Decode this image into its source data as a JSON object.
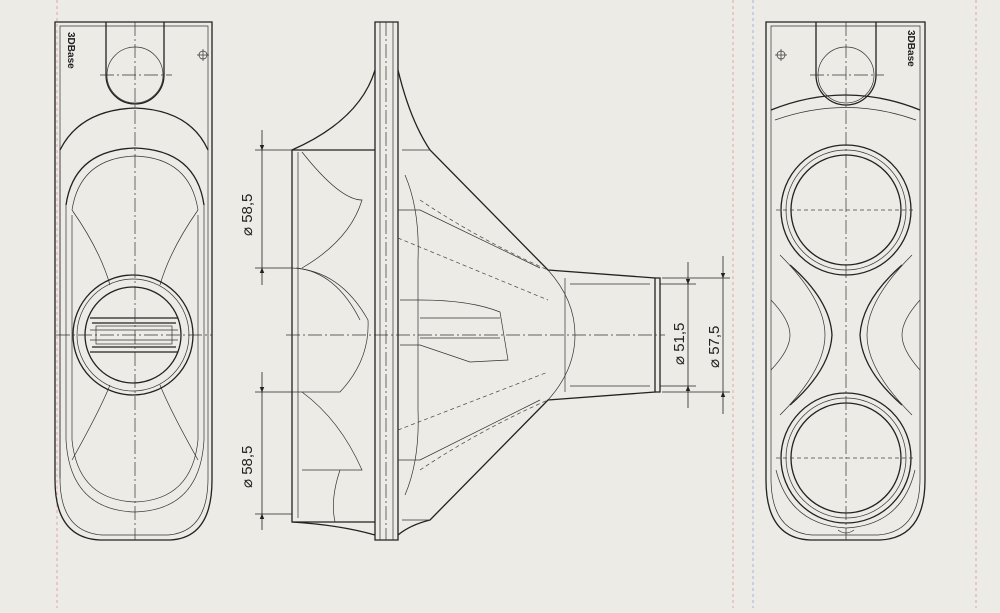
{
  "logo_text": "3DBase",
  "dimensions": {
    "upper_chamber": "⌀ 58,5",
    "lower_chamber": "⌀ 58,5",
    "outlet_inner": "⌀ 51,5",
    "outlet_outer": "⌀ 57,5"
  },
  "colors": {
    "background": "#ecebe5",
    "lines": "#222222",
    "border_red": "#e3a3a3",
    "border_blue": "#a3b3e3"
  }
}
